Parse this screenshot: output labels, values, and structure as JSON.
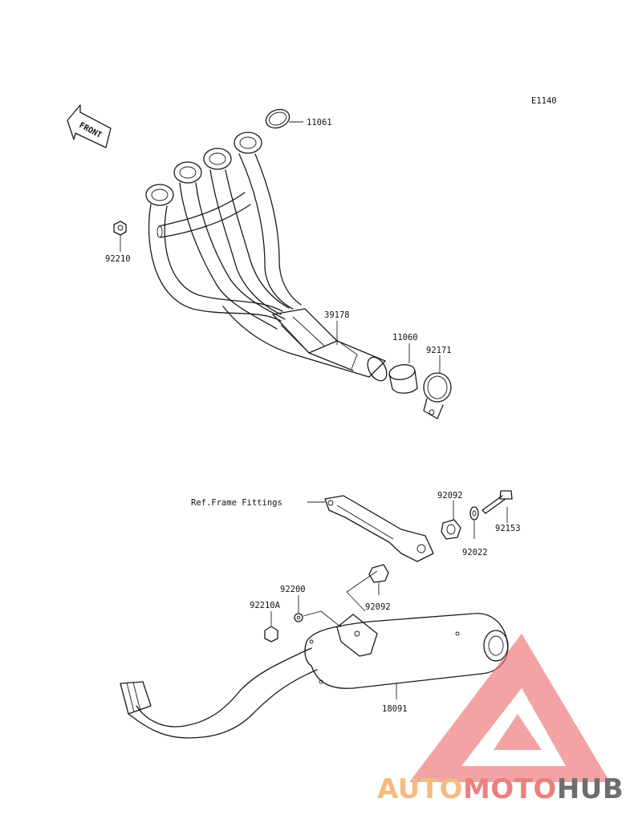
{
  "diagram": {
    "code": "E1140",
    "front_label": "FRONT",
    "ref_label": "Ref.Frame Fittings",
    "parts": {
      "p11061": "11061",
      "p92210": "92210",
      "p39178": "39178",
      "p11060": "11060",
      "p92171": "92171",
      "p92092a": "92092",
      "p92153": "92153",
      "p92022": "92022",
      "p92092b": "92092",
      "p92200": "92200",
      "p92210A": "92210A",
      "p18091": "18091"
    }
  },
  "watermark": {
    "part1": "AUTO",
    "part2": "MOTO",
    "part3": "HUB",
    "colors": {
      "orange": "#f4b06a",
      "red": "#e96b6b",
      "gray": "#555555"
    }
  }
}
